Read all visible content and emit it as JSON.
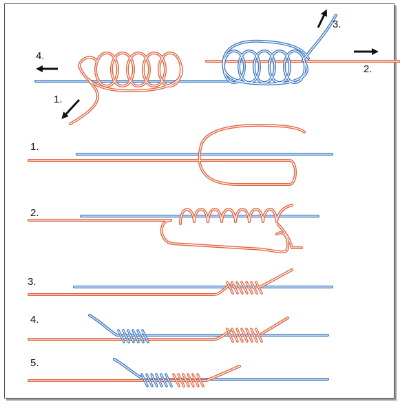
{
  "colors": {
    "orange": "#e2603a",
    "blue": "#3a78c3",
    "core": "#ffffff",
    "arrow": "#111111",
    "frame": "#4a4a4a"
  },
  "top": {
    "labels": {
      "left_arrow": "4.",
      "lower_left_arrow": "1.",
      "upper_right_arrow": "3.",
      "right_arrow": "2."
    },
    "icons": [
      "arrow-left-icon",
      "arrow-down-left-icon",
      "arrow-up-right-icon",
      "arrow-right-icon"
    ]
  },
  "steps": [
    {
      "label": "1."
    },
    {
      "label": "2."
    },
    {
      "label": "3."
    },
    {
      "label": "4."
    },
    {
      "label": "5."
    }
  ]
}
